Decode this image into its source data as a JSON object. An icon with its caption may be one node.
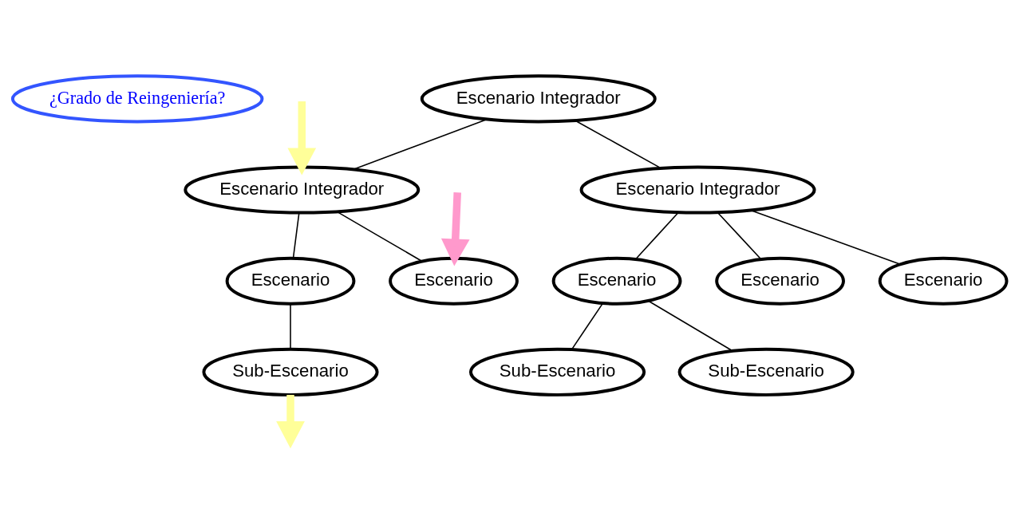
{
  "diagram": {
    "nodes": [
      {
        "text": [
          "¿Grado de Reingeniería?"
        ]
      },
      {
        "text": [
          "Escenario Integrador"
        ]
      },
      {
        "text": [
          "Escenario Integrador"
        ]
      },
      {
        "text": [
          "Escenario Integrador"
        ]
      },
      {
        "text": [
          "Escenario"
        ]
      },
      {
        "text": [
          "Escenario"
        ]
      },
      {
        "text": [
          "Sub-Escenario"
        ]
      },
      {
        "text": [
          "Escenario"
        ]
      },
      {
        "text": [
          "Escenario"
        ]
      },
      {
        "text": [
          "Escenario"
        ]
      },
      {
        "text": [
          "Sub-Escenario"
        ]
      },
      {
        "text": [
          "Sub-Escenario"
        ]
      }
    ],
    "edges": [
      {
        "from": 1,
        "to": 2,
        "arrow": "none"
      },
      {
        "from": 1,
        "to": 3,
        "arrow": "none"
      },
      {
        "from": 2,
        "to": 4,
        "arrow": "none"
      },
      {
        "from": 2,
        "to": 5,
        "arrow": "none"
      },
      {
        "from": 4,
        "to": 6,
        "arrow": "none"
      },
      {
        "from": 3,
        "to": 7,
        "arrow": "none"
      },
      {
        "from": 3,
        "to": 8,
        "arrow": "none"
      },
      {
        "from": 3,
        "to": 9,
        "arrow": "none"
      },
      {
        "from": 7,
        "to": 10,
        "arrow": "none"
      },
      {
        "from": 7,
        "to": 11,
        "arrow": "none"
      },
      {
        "from": 6,
        "to": null,
        "arrow": "to",
        "style": "thick",
        "color": "#ffff99"
      },
      {
        "from": null,
        "to": 5,
        "arrow": "to",
        "style": "thick",
        "color": "#ff99cc"
      },
      {
        "from": null,
        "to": 2,
        "arrow": "to",
        "style": "thick",
        "color": "#ffff99"
      }
    ]
  }
}
